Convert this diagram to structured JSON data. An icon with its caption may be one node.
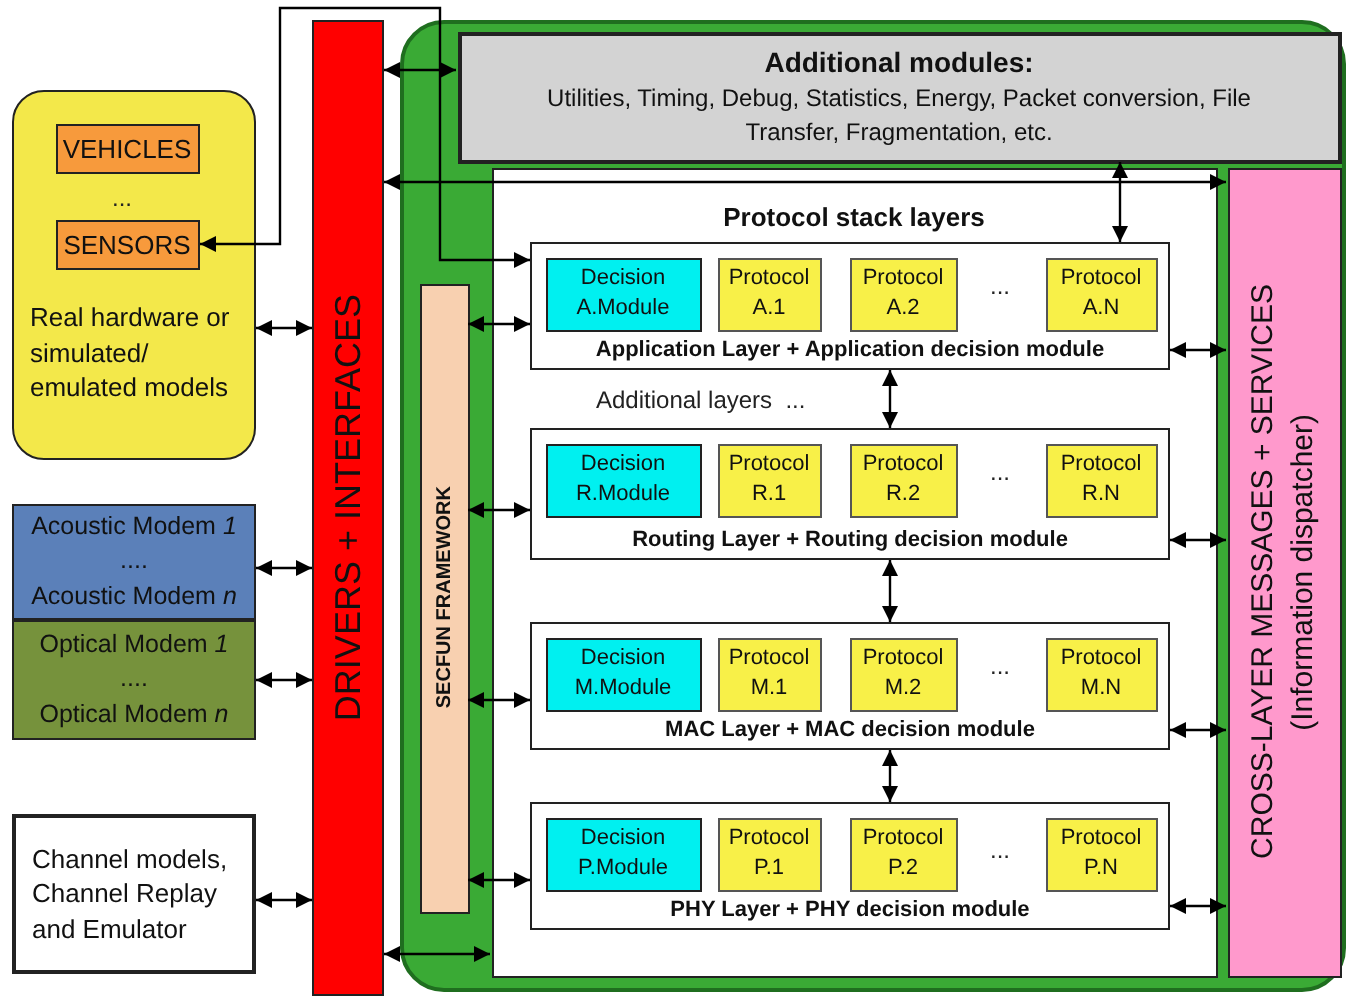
{
  "diagram": {
    "nodes": [
      {
        "text": [
          "Real hardware or simulated/ emulated models"
        ]
      },
      {
        "text": [
          "VEHICLES"
        ],
        "in": 0
      },
      {
        "text": [
          "SENSORS"
        ],
        "in": 0
      },
      {
        "text": [
          "DRIVERS + INTERFACES"
        ]
      },
      {
        "text": [],
        "shape": "box"
      },
      {
        "text": [
          "Additional modules:",
          "Utilities, Timing, Debug, Statistics, Energy, Packet conversion, File Transfer, Fragmentation, etc."
        ],
        "in": 4
      },
      {
        "text": [
          "Protocol stack layers"
        ],
        "in": 4
      },
      {
        "text": [
          "Application Layer + Application decision module"
        ],
        "in": 6
      },
      {
        "text": [
          "Decision A.Module"
        ],
        "in": 7
      },
      {
        "text": [
          "Protocol A.1"
        ],
        "in": 7
      },
      {
        "text": [
          "Protocol A.2"
        ],
        "in": 7
      },
      {
        "text": [
          "Protocol A.N"
        ],
        "in": 7
      },
      {
        "text": [
          "Routing Layer + Routing decision module"
        ],
        "in": 6
      },
      {
        "text": [
          "Decision R.Module"
        ],
        "in": 12
      },
      {
        "text": [
          "Protocol R.1"
        ],
        "in": 12
      },
      {
        "text": [
          "Protocol R.2"
        ],
        "in": 12
      },
      {
        "text": [
          "Protocol R.N"
        ],
        "in": 12
      },
      {
        "text": [
          "MAC Layer + MAC decision module"
        ],
        "in": 6
      },
      {
        "text": [
          "Decision M.Module"
        ],
        "in": 17
      },
      {
        "text": [
          "Protocol M.1"
        ],
        "in": 17
      },
      {
        "text": [
          "Protocol M.2"
        ],
        "in": 17
      },
      {
        "text": [
          "Protocol M.N"
        ],
        "in": 17
      },
      {
        "text": [
          "PHY Layer + PHY decision module"
        ],
        "in": 6
      },
      {
        "text": [
          "Decision P.Module"
        ],
        "in": 22
      },
      {
        "text": [
          "Protocol P.1"
        ],
        "in": 22
      },
      {
        "text": [
          "Protocol P.2"
        ],
        "in": 22
      },
      {
        "text": [
          "Protocol P.N"
        ],
        "in": 22
      },
      {
        "text": [
          "SECFUN FRAMEWORK"
        ],
        "in": 4
      },
      {
        "text": [
          "CROSS-LAYER MESSAGES + SERVICES",
          "(Information dispatcher)"
        ],
        "in": 4
      },
      {
        "text": [
          "Acoustic Modem *1*",
          "....",
          "Acoustic Modem *n*"
        ]
      },
      {
        "text": [
          "Optical Modem *1*",
          "....",
          "Optical Modem *n*"
        ]
      },
      {
        "text": [
          "Channel models, Channel Replay and Emulator"
        ]
      }
    ],
    "edges": [
      {
        "from": 3,
        "to": 5,
        "arrow": "both"
      },
      {
        "from": 3,
        "to": 28,
        "arrow": "both"
      },
      {
        "from": 2,
        "to": 7,
        "arrow": "both"
      },
      {
        "from": 0,
        "to": 3,
        "arrow": "both"
      },
      {
        "from": 29,
        "to": 3,
        "arrow": "both"
      },
      {
        "from": 30,
        "to": 3,
        "arrow": "both"
      },
      {
        "from": 31,
        "to": 3,
        "arrow": "both"
      },
      {
        "from": 3,
        "to": 6,
        "arrow": "both"
      },
      {
        "from": 5,
        "to": 7,
        "arrow": "both"
      },
      {
        "from": 27,
        "to": 7,
        "arrow": "both"
      },
      {
        "from": 27,
        "to": 12,
        "arrow": "both"
      },
      {
        "from": 27,
        "to": 17,
        "arrow": "both"
      },
      {
        "from": 27,
        "to": 22,
        "arrow": "both"
      },
      {
        "from": 7,
        "to": 28,
        "arrow": "both"
      },
      {
        "from": 12,
        "to": 28,
        "arrow": "both"
      },
      {
        "from": 17,
        "to": 28,
        "arrow": "both"
      },
      {
        "from": 22,
        "to": 28,
        "arrow": "both"
      },
      {
        "from": 7,
        "to": 12,
        "arrow": "both"
      },
      {
        "from": 12,
        "to": 17,
        "arrow": "both"
      },
      {
        "from": 17,
        "to": 22,
        "arrow": "both"
      }
    ],
    "labels": [
      "...",
      "Additional layers  ...",
      "...",
      "...",
      "...",
      "..."
    ]
  }
}
